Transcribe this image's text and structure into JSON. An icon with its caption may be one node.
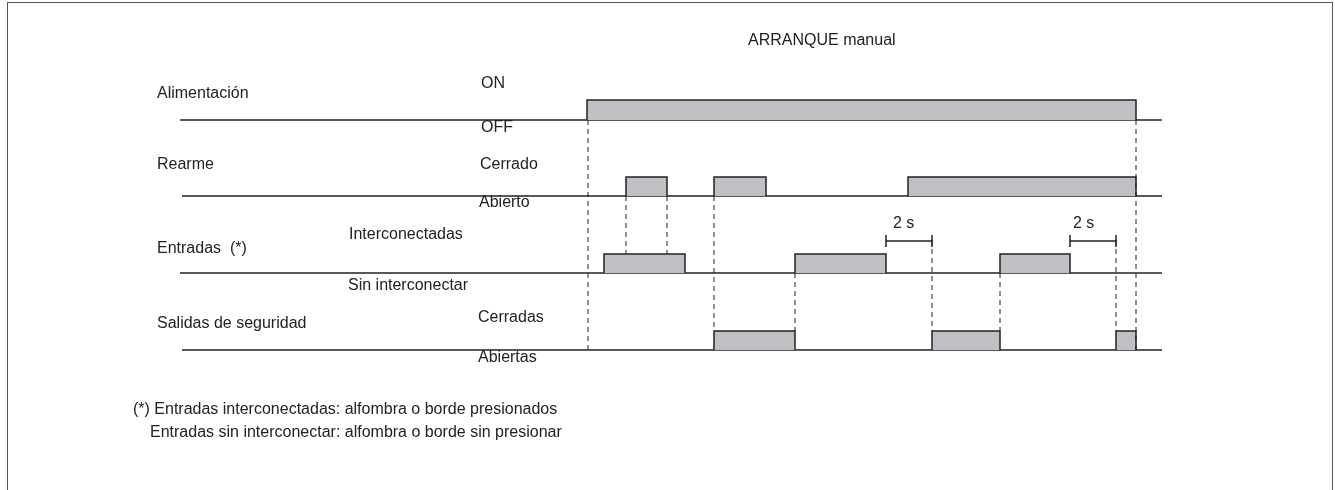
{
  "diagram": {
    "labels": [
      "ARRANQUE manual",
      "Alimentación",
      "ON",
      "OFF",
      "Rearme",
      "Cerrado",
      "Abierto",
      "2 s",
      "2 s",
      "Interconectadas",
      "Entradas  (*)",
      "Sin interconectar",
      "Cerradas",
      "Salidas de seguridad",
      "Abiertas",
      "(*) Entradas interconectadas: alfombra o borde presionados",
      "Entradas sin interconectar: alfombra o borde sin presionar"
    ]
  }
}
